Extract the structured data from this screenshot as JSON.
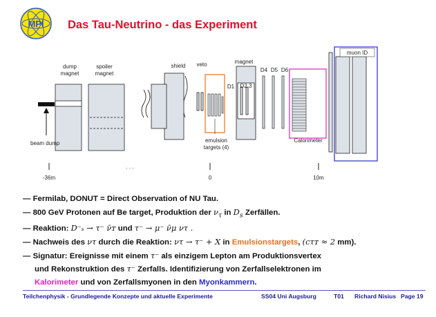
{
  "logo": {
    "text": "MPI"
  },
  "title": "Das Tau-Neutrino - das Experiment",
  "diagram": {
    "labels": {
      "muon_id": "muon ID",
      "magnet": "magnet",
      "dump_magnet_l1": "dump",
      "dump_magnet_l2": "magnet",
      "spoiler_l1": "spoiler",
      "spoiler_l2": "magnet",
      "shield": "shield",
      "veto": "veto",
      "d4": "D4",
      "d5": "D5",
      "d6": "D6",
      "d1": "D1",
      "d23": "D2,3",
      "beam_dump": "beam dump",
      "emulsion_l1": "emulsion",
      "emulsion_l2": "targets (4)",
      "calorimeter": "Calorimeter",
      "ellipsis": ". . .",
      "pos_left": "-36m",
      "pos_mid": "0",
      "pos_right": "10m"
    }
  },
  "bullets": {
    "b1": "Fermilab, DONUT = Direct Observation of NU Tau.",
    "b2_pre": "800 GeV Protonen auf Be target, Produktion der",
    "b2_nu": "ν",
    "b2_nu_sub": "τ",
    "b2_mid": "in",
    "b2_d": "D",
    "b2_d_sub": "s",
    "b2_post": "Zerfällen.",
    "b3_pre": "Reaktion:",
    "b3_eq1": "D⁻ₛ → τ⁻ ν̄ᴛ",
    "b3_und": "und",
    "b3_eq2": "τ⁻ → μ⁻ ν̄μ ντ .",
    "b4_pre": "Nachweis des",
    "b4_nu": "ντ",
    "b4_mid": "durch die Reaktion:",
    "b4_eq": "ντ → τ⁻ + X",
    "b4_in": "in",
    "b4_emul": "Emulsionstargets",
    "b4_comma": ",",
    "b4_ctau": "(cτᴛ ≈ 2",
    "b4_mm": "mm).",
    "b5_l1_pre": "Signatur: Ereignisse mit einem",
    "b5_tau": "τ⁻",
    "b5_l1_post": "als einzigem Lepton am Produktionsvertex",
    "b5_l2_pre": "und Rekonstruktion des",
    "b5_l2_tau": "τ⁻",
    "b5_l2_post": "Zerfalls. Identifizierung von Zerfallselektronen im",
    "b5_l3_cal": "Kalorimeter",
    "b5_l3_mid": "und von Zerfallsmyonen in den",
    "b5_l3_muon": "Myonkammern",
    "b5_l3_end": "."
  },
  "footer": {
    "course": "Teilchenphysik - Grundlegende Konzepte und aktuelle Experimente",
    "term": "SS04 Uni Augsburg",
    "code": "T01",
    "author": "Richard Nisius",
    "page": "Page 19"
  },
  "colors": {
    "title": "#e0102b",
    "footer": "#1a1a9a",
    "emulsion_box": "#e8701a",
    "calorimeter_box": "#e020c0",
    "muon_box": "#2a2ad0",
    "emulsion_text": "#e8701a",
    "kalorimeter_text": "#e020c0",
    "myonkammern_text": "#2a2ad0"
  }
}
